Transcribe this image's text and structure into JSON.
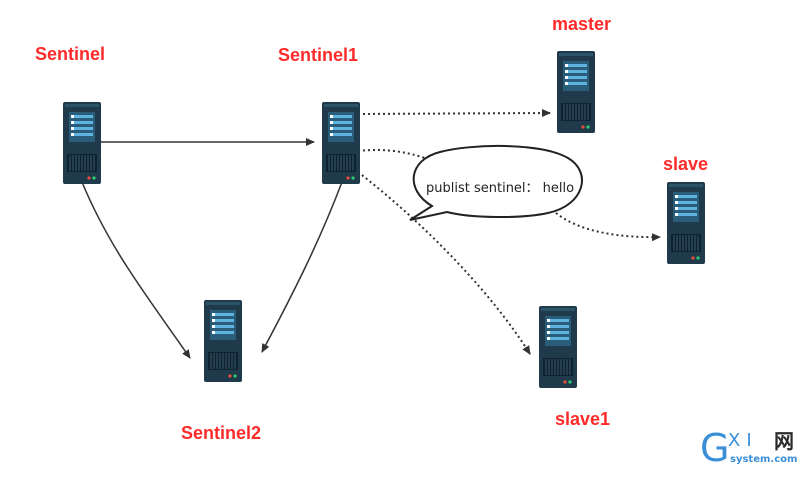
{
  "nodes": {
    "sentinel": {
      "label": "Sentinel"
    },
    "sentinel1": {
      "label": "Sentinel1"
    },
    "sentinel2": {
      "label": "Sentinel2"
    },
    "master": {
      "label": "master"
    },
    "slave": {
      "label": "slave"
    },
    "slave1": {
      "label": "slave1"
    }
  },
  "bubble": {
    "text": "publist sentinel： hello"
  },
  "watermark": {
    "g": "G",
    "xi": "XI",
    "wang": "网",
    "sub": "system.com"
  },
  "colors": {
    "label": "#ff2b2b",
    "server_body": "#1f3a4a",
    "server_panel": "#3c8bb8",
    "line": "#333333"
  }
}
